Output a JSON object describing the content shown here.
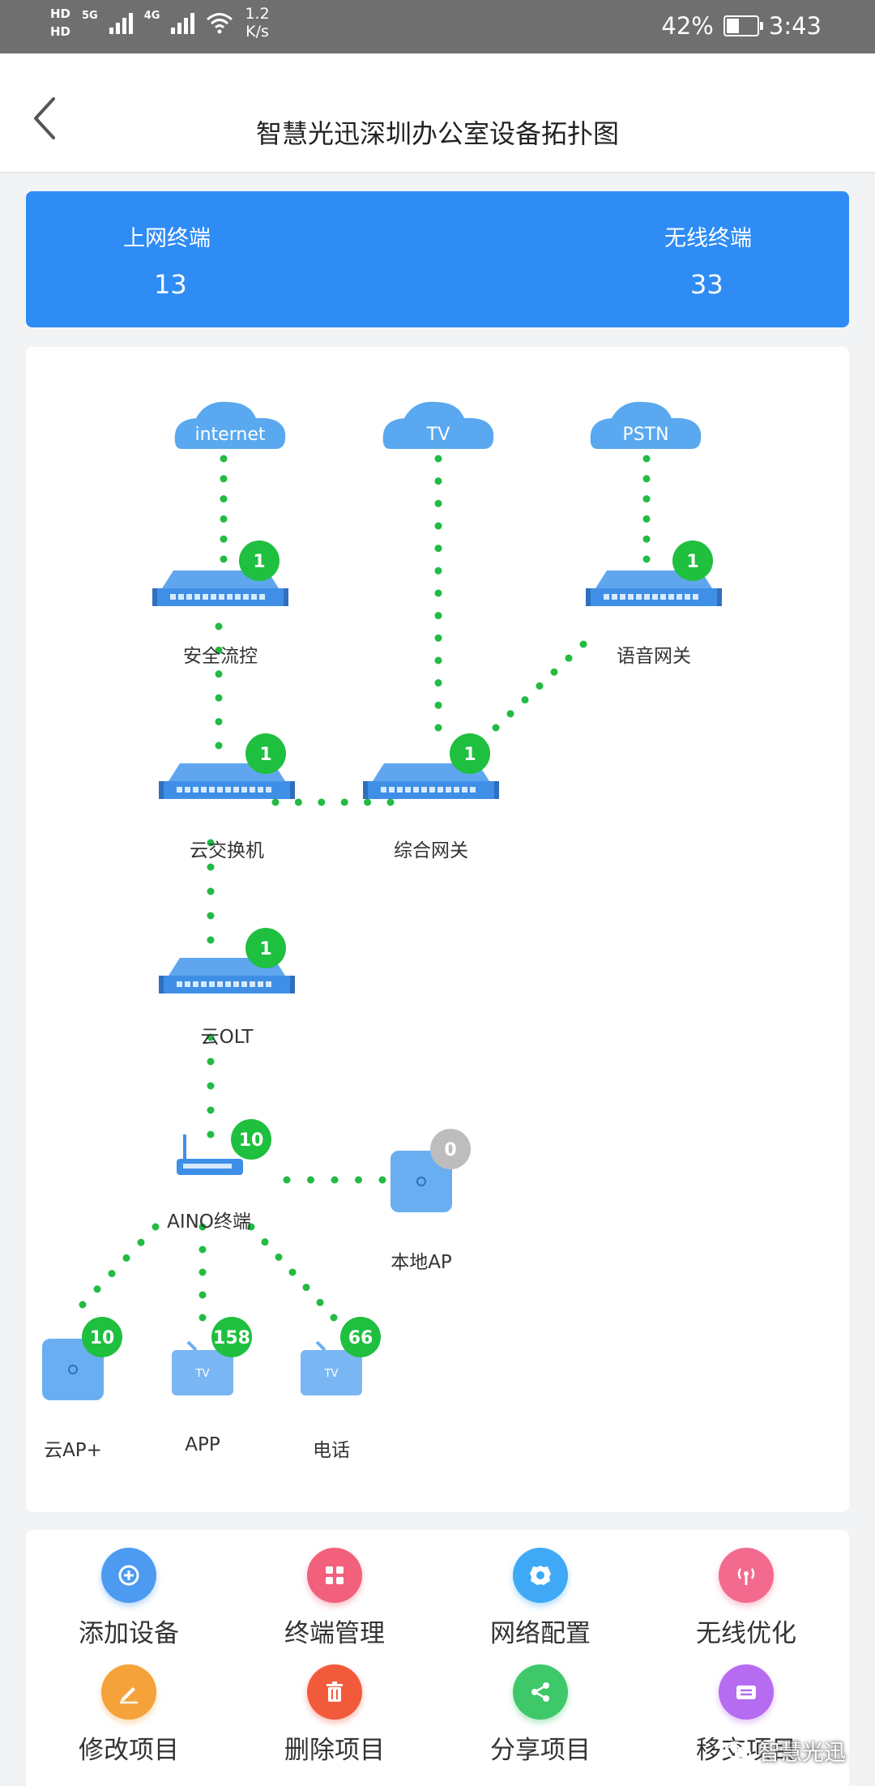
{
  "status_bar": {
    "network_1": "HD",
    "network_2": "HD",
    "gen_1": "5G",
    "gen_2": "4G",
    "speed_value": "1.2",
    "speed_unit": "K/s",
    "battery": "42%",
    "battery_fraction": 0.42,
    "time": "3:43"
  },
  "header": {
    "title": "智慧光迅深圳办公室设备拓扑图"
  },
  "summary": {
    "left_label": "上网终端",
    "left_value": "13",
    "right_label": "无线终端",
    "right_value": "33"
  },
  "topology": {
    "clouds": [
      {
        "id": "internet",
        "label": "internet"
      },
      {
        "id": "tv",
        "label": "TV"
      },
      {
        "id": "pstn",
        "label": "PSTN"
      }
    ],
    "nodes": [
      {
        "id": "security",
        "label": "安全流控",
        "count": "1",
        "kind": "device"
      },
      {
        "id": "voice",
        "label": "语音网关",
        "count": "1",
        "kind": "device"
      },
      {
        "id": "switch",
        "label": "云交换机",
        "count": "1",
        "kind": "device"
      },
      {
        "id": "gateway",
        "label": "综合网关",
        "count": "1",
        "kind": "device"
      },
      {
        "id": "olt",
        "label": "云OLT",
        "count": "1",
        "kind": "device"
      },
      {
        "id": "aino",
        "label": "AINO终端",
        "count": "10",
        "kind": "router"
      },
      {
        "id": "localap",
        "label": "本地AP",
        "count": "0",
        "kind": "ap",
        "status": "offline"
      },
      {
        "id": "cloudap",
        "label": "云AP+",
        "count": "10",
        "kind": "ap"
      },
      {
        "id": "app",
        "label": "APP",
        "count": "158",
        "kind": "tv"
      },
      {
        "id": "phone",
        "label": "电话",
        "count": "66",
        "kind": "tv"
      }
    ],
    "tv_icon_text": "TV",
    "colors": {
      "link": "#22bb44",
      "badge_online": "#1fbf3f",
      "badge_offline": "#bdbdbd",
      "cloud": "#5aa9f0",
      "device": "#3f8fe6"
    }
  },
  "actions": [
    {
      "label": "添加设备",
      "icon": "add-icon",
      "color": "#4c9bf0"
    },
    {
      "label": "终端管理",
      "icon": "apps-icon",
      "color": "#f2607c"
    },
    {
      "label": "网络配置",
      "icon": "gear-icon",
      "color": "#3fa9f5"
    },
    {
      "label": "无线优化",
      "icon": "antenna-icon",
      "color": "#f26a8d"
    },
    {
      "label": "修改项目",
      "icon": "edit-icon",
      "color": "#f5a23a"
    },
    {
      "label": "删除项目",
      "icon": "trash-icon",
      "color": "#f25a3c"
    },
    {
      "label": "分享项目",
      "icon": "share-icon",
      "color": "#3ec86a"
    },
    {
      "label": "移交项目",
      "icon": "transfer-icon",
      "color": "#b56cf0"
    }
  ],
  "watermark": "智慧光迅"
}
